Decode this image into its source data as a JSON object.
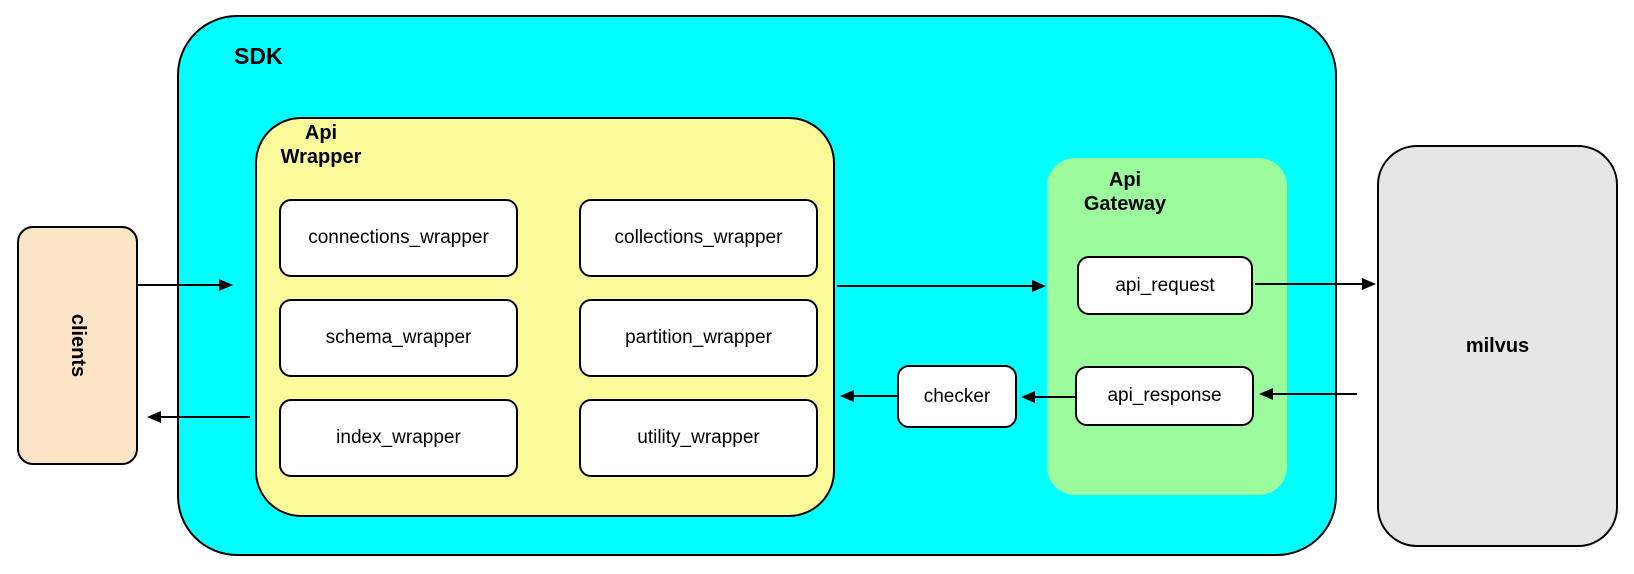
{
  "nodes": {
    "clients": {
      "label": "clients"
    },
    "sdk": {
      "label": "SDK"
    },
    "api_wrapper": {
      "title_lines": [
        "Api",
        "Wrapper"
      ],
      "children": [
        {
          "label": "connections_wrapper"
        },
        {
          "label": "collections_wrapper"
        },
        {
          "label": "schema_wrapper"
        },
        {
          "label": "partition_wrapper"
        },
        {
          "label": "index_wrapper"
        },
        {
          "label": "utility_wrapper"
        }
      ]
    },
    "api_gateway": {
      "title_lines": [
        "Api",
        "Gateway"
      ],
      "children": [
        {
          "label": "api_request"
        },
        {
          "label": "api_response"
        }
      ]
    },
    "checker": {
      "label": "checker"
    },
    "milvus": {
      "label": "milvus"
    }
  },
  "edges": [
    {
      "from": "clients",
      "to": "sdk"
    },
    {
      "from": "sdk",
      "to": "clients"
    },
    {
      "from": "api_wrapper",
      "to": "api_gateway"
    },
    {
      "from": "api_request",
      "to": "milvus"
    },
    {
      "from": "milvus",
      "to": "api_response"
    },
    {
      "from": "api_response",
      "to": "checker"
    },
    {
      "from": "checker",
      "to": "api_wrapper"
    }
  ],
  "colors": {
    "sdk_fill": "#00FFFF",
    "api_wrapper_fill": "#FBFB9C",
    "api_gateway_fill": "#9CFB9C",
    "clients_fill": "#FCE4C6",
    "milvus_fill": "#E6E6E6",
    "inner_box_fill": "#FFFFFF",
    "stroke": "#000000"
  }
}
